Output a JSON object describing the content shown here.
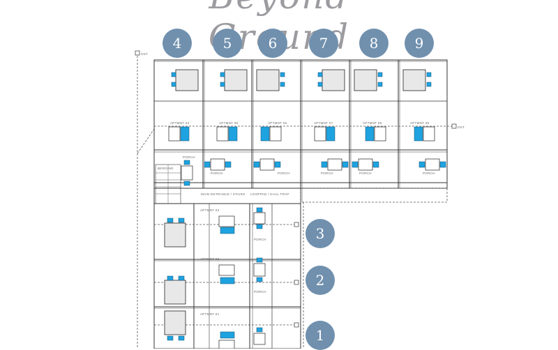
{
  "header": {
    "title": "Beyond Ground"
  },
  "markers": [
    {
      "label": "4"
    },
    {
      "label": "5"
    },
    {
      "label": "6"
    },
    {
      "label": "7"
    },
    {
      "label": "8"
    },
    {
      "label": "9"
    },
    {
      "label": "3"
    },
    {
      "label": "2"
    },
    {
      "label": "1"
    }
  ],
  "plan_labels": {
    "apt_upper": [
      "APTMNT 04",
      "APTMNT 05",
      "APTMNT 06",
      "APTMNT 07",
      "APTMNT 08",
      "APTMNT 09"
    ],
    "porch": "PORCH",
    "berging": "BERGING",
    "main_entrance": "MAIN ENTRANCE / STAIRS",
    "lobby": "LOOPPAD / HAAL TRAP",
    "apt_lower": [
      "APTMNT 03",
      "APTMNT 02",
      "APTMNT 01"
    ],
    "grid_tag": "OST"
  },
  "colors": {
    "marker": "#7090ae",
    "furniture": "#1fa3e0",
    "line": "#333333"
  }
}
